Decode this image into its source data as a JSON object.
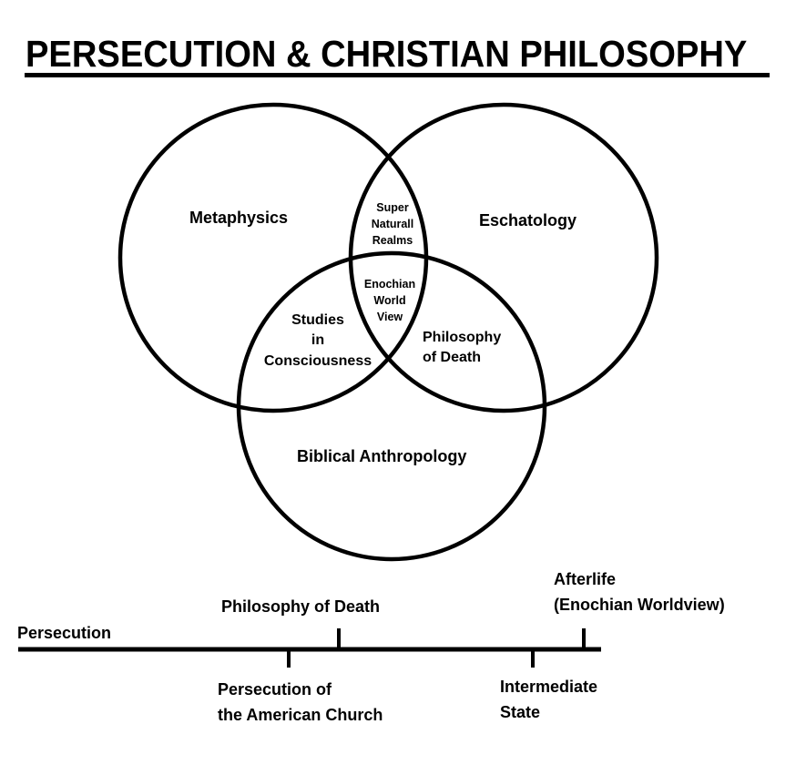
{
  "title": "PERSECUTION & CHRISTIAN PHILOSOPHY",
  "venn": {
    "sets": [
      {
        "name": "Metaphysics"
      },
      {
        "name": "Eschatology"
      },
      {
        "name": "Biblical Anthropology"
      }
    ],
    "intersections": {
      "metaphysics_eschatology": [
        "Super",
        "Naturall",
        "Realms"
      ],
      "all_three": [
        "Enochian",
        "World",
        "View"
      ],
      "metaphysics_anthropology": [
        "Studies",
        "in",
        "Consciousness"
      ],
      "eschatology_anthropology": [
        "Philosophy",
        "of Death"
      ]
    }
  },
  "timeline": {
    "start_label": "Persecution",
    "above": [
      {
        "label_lines": [
          "Philosophy of Death"
        ]
      },
      {
        "label_lines": [
          "Afterlife",
          "(Enochian Worldview)"
        ]
      }
    ],
    "below": [
      {
        "label_lines": [
          "Persecution of",
          "the American Church"
        ]
      },
      {
        "label_lines": [
          "Intermediate",
          "State"
        ]
      }
    ]
  }
}
